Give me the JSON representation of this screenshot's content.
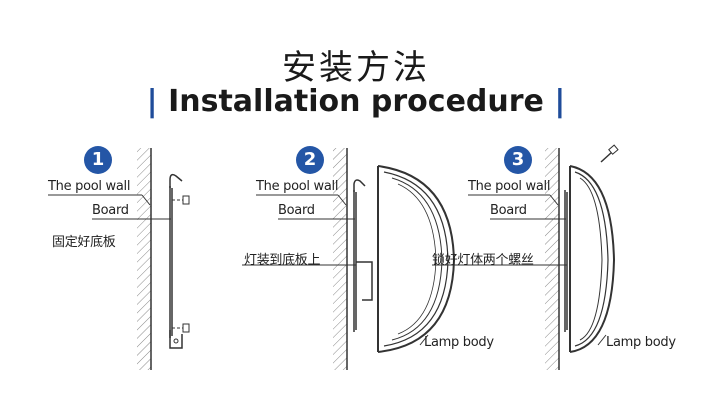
{
  "title": {
    "cn": "安装方法",
    "en": "Installation procedure",
    "bar": "|"
  },
  "steps": [
    {
      "number": "1",
      "labels": {
        "pool_wall": "The pool wall",
        "board": "Board",
        "action": "固定好底板"
      }
    },
    {
      "number": "2",
      "labels": {
        "pool_wall": "The pool wall",
        "board": "Board",
        "action": "灯装到底板上",
        "lamp_body": "Lamp body"
      }
    },
    {
      "number": "3",
      "labels": {
        "pool_wall": "The pool wall",
        "board": "Board",
        "action": "锁好灯体两个螺丝",
        "lamp_body": "Lamp body"
      }
    }
  ],
  "colors": {
    "accent": "#2456a6",
    "line": "#333333"
  }
}
